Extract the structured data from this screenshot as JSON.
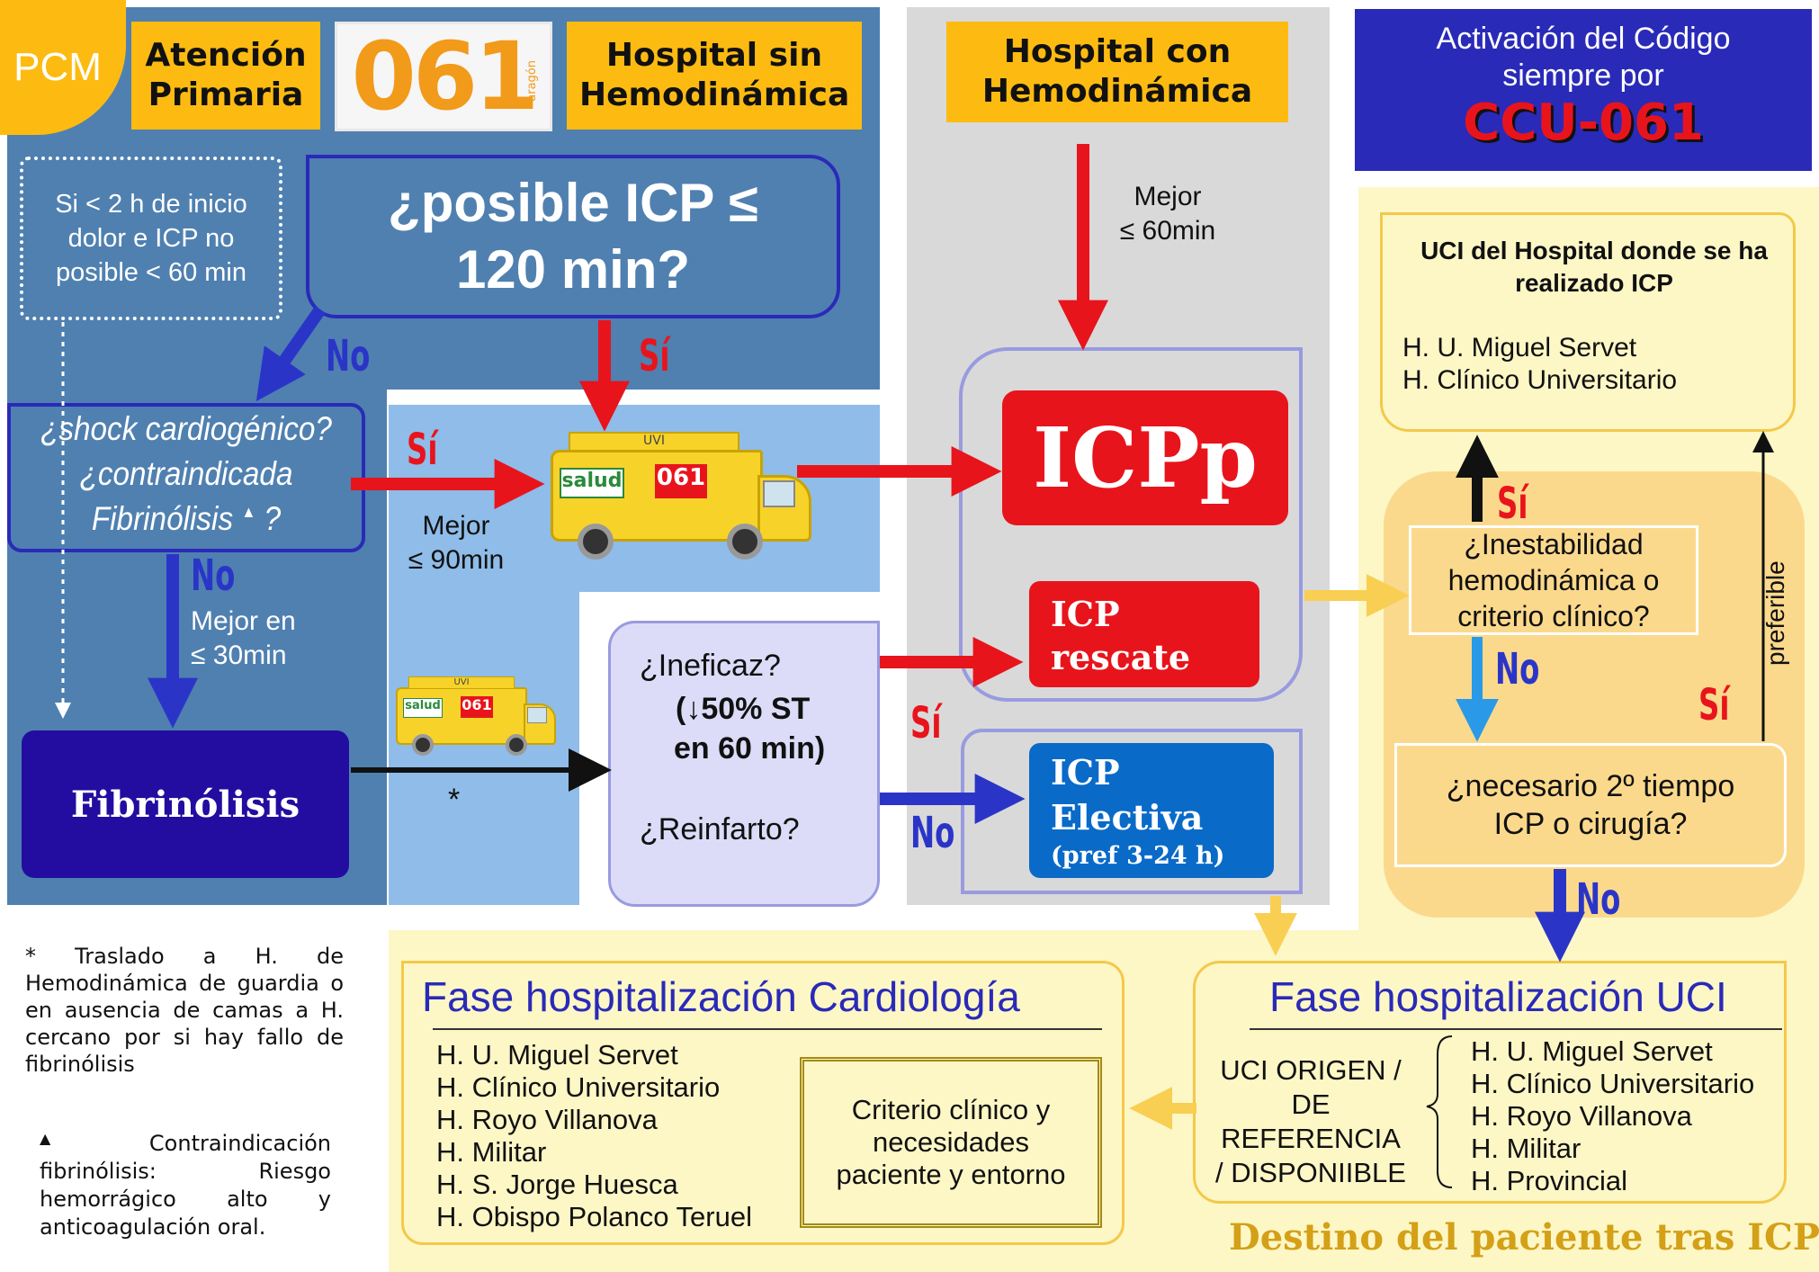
{
  "header": {
    "pcm": "PCM",
    "atencion_primaria": "Atención Primaria",
    "logo_061": "061",
    "logo_061_sub": "aragón",
    "hospital_sin": "Hospital sin Hemodinámica",
    "hospital_con": "Hospital con Hemodinámica",
    "activacion_line1": "Activación del Código",
    "activacion_line2": "siempre por",
    "ccu": "CCU-061"
  },
  "flow": {
    "si_2h": "Si < 2 h de inicio dolor e ICP no posible < 60 min",
    "posible_icp": "¿posible ICP ≤ 120 min?",
    "no_left": "No",
    "si_top": "Sí",
    "shock_question_1": "¿shock cardiogénico?",
    "shock_question_2": "¿contraindicada",
    "shock_question_3": "Fibrinólisis",
    "shock_question_4": "?",
    "triangle_mark": "▲",
    "si_shock": "Sí",
    "mejor_90_1": "Mejor",
    "mejor_90_2": "≤ 90min",
    "no_shock": "No",
    "mejor_30_1": "Mejor en",
    "mejor_30_2": "≤ 30min",
    "fibrinolisis": "Fibrinólisis",
    "asterisk": "*",
    "ineficaz": "¿Ineficaz?",
    "st_line1": "(↓50% ST",
    "st_line2": "en 60 min)",
    "reinfarto": "¿Reinfarto?",
    "si_mid": "Sí",
    "no_mid": "No",
    "mejor_60_1": "Mejor",
    "mejor_60_2": "≤ 60min",
    "icpp": "ICPp",
    "icp_rescate_1": "ICP",
    "icp_rescate_2": "rescate",
    "icp_electiva_1": "ICP",
    "icp_electiva_2": "Electiva",
    "icp_electiva_3": "(pref 3-24 h)",
    "ambulance_uvi": "UVI",
    "ambulance_salud": "salud",
    "ambulance_061": "061"
  },
  "uci_box": {
    "title": "UCI del Hospital donde se ha realizado ICP",
    "items": [
      "H. U. Miguel Servet",
      "H. Clínico Universitario"
    ]
  },
  "right_flow": {
    "si_up": "Sí",
    "inestabilidad": "¿Inestabilidad hemodinámica o criterio clínico?",
    "no_down": "No",
    "preferible": "preferible",
    "si_right": "Sí",
    "segundo_tiempo": "¿necesario 2º tiempo ICP o cirugía?",
    "no_bottom": "No"
  },
  "cardiologia": {
    "title": "Fase hospitalización Cardiología",
    "items": [
      "H. U. Miguel Servet",
      "H. Clínico Universitario",
      "H. Royo Villanova",
      "H. Militar",
      "H. S. Jorge Huesca",
      "H. Obispo Polanco Teruel"
    ],
    "criterio": "Criterio clínico y necesidades paciente y entorno"
  },
  "uci_phase": {
    "title": "Fase hospitalización UCI",
    "origen_1": "UCI ORIGEN /",
    "origen_2": "DE REFERENCIA",
    "origen_3": "/ DISPONIIBLE",
    "items": [
      "H. U. Miguel Servet",
      "H. Clínico Universitario",
      "H. Royo Villanova",
      "H. Militar",
      "H. Provincial"
    ]
  },
  "destino": "Destino del paciente tras ICP",
  "footnotes": {
    "traslado": "* Traslado a H. de Hemodinámica de guardia o en ausencia de camas a H. cercano por si hay fallo de fibrinólisis",
    "contra_mark": "▲",
    "contraindicacion": "Contraindicación fibrinólisis: Riesgo hemorrágico alto y anticoagulación oral."
  },
  "colors": {
    "steel_blue": "#4f80b0",
    "light_blue": "#8fbce8",
    "gray": "#d9d9d9",
    "orange": "#fdbb11",
    "pale_yellow": "#fdf7c6",
    "red": "#e8141c",
    "navy": "#230da0",
    "title_blue": "#2a2ab8",
    "electiva_blue": "#0a6ac8"
  }
}
